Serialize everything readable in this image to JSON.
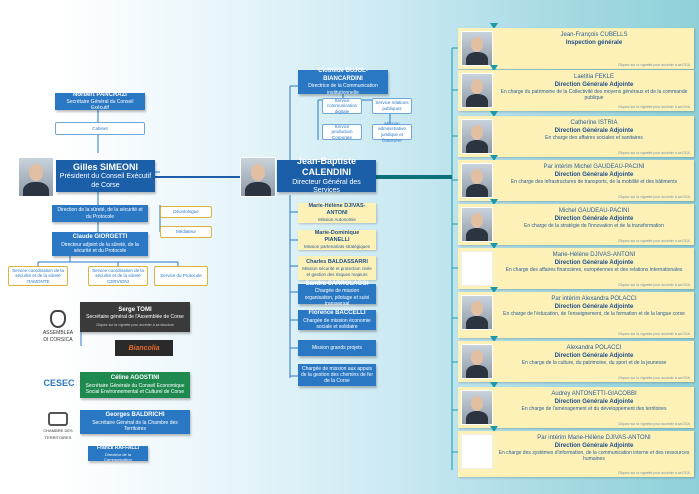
{
  "left": {
    "pancrazi": {
      "name": "Norbert PANCRAZI",
      "role": "Secrétaire Général du Conseil Exécutif"
    },
    "cabinet": "Cabinet",
    "president": {
      "name": "Gilles SIMEONI",
      "role": "Président du Conseil Exécutif de Corse"
    },
    "direction_surete": "Direction de la sûreté, de la sécurité et du Protocole",
    "deontologue": "Déontologue",
    "mediateur": "Médiateur",
    "giorgetti": {
      "name": "Claude GIORGETTI",
      "role": "Directeur adjoint de la sûreté, de la sécurité et du Protocole"
    },
    "services": [
      "Service coordination de la sécurité et de la sûreté ITAMONTE",
      "Service coordination de la sécurité et de la sûreté CERVIONI",
      "Service du Protocole"
    ],
    "assemblee_logo": "ASSEMBLEA DI CORSICA",
    "tomi": {
      "name": "Serge TOMI",
      "role": "Secrétaire général de l'Assemblée de Corse",
      "link": "Cliquez sur la vignette pour accéder à sa structure"
    },
    "bianconia": "Biancolia",
    "cesec_logo": "CESEC",
    "agostini": {
      "name": "Céline AGOSTINI",
      "role": "Secrétaire Générale du Conseil Economique Social Environnemental et Culturel de Corse"
    },
    "chambre_logo": "CHAMBRE DES TERRITOIRES",
    "baldrichi": {
      "name": "Georges BALDRICHI",
      "role": "Secrétaire Général de la Chambre des Territoires"
    },
    "raffalli": {
      "name": "Franck RAFFALLI",
      "role": "Directeur de la Communication"
    }
  },
  "center": {
    "bujol": {
      "name": "Clothilde BUJOL-BIANCARDINI",
      "role": "Directrice de la Communication institutionnelle"
    },
    "comm_services": [
      "Service communication digitale",
      "Service relations publiques",
      "Service production Corporate",
      "Mission administrative juridique et financière"
    ],
    "dgs": {
      "name": "Jean-Baptiste CALENDINI",
      "role": "Directeur Général des Services"
    },
    "missions": [
      {
        "name": "Marie-Hélène DJIVAS-ANTONI",
        "role": "Mission Autonomie"
      },
      {
        "name": "Marie-Dominique PIANELLI",
        "role": "Mission partenariats stratégiques"
      },
      {
        "name": "Charles BALDASSARRI",
        "role": "Mission sécurité et protection civile et gestion des risques majeurs"
      },
      {
        "name": "Sandra CARROLAGGI",
        "role": "Chargée de mission organisation, pilotage et suivi transversal"
      },
      {
        "name": "Florence BACCELLI",
        "role": "Chargée de mission économie sociale et solidaire"
      },
      {
        "name": "",
        "role": "Mission grands projets"
      },
      {
        "name": "",
        "role": "Chargée de mission aux appuis de la gestion des chemins de fer de la Corse"
      }
    ]
  },
  "right": {
    "link_text": "Cliquez sur la vignette pour accéder à sa DGA",
    "cards": [
      {
        "name": "Jean-François CUBELLS",
        "title": "Inspection générale",
        "desc": ""
      },
      {
        "name": "Laetitia FEKLE",
        "title": "Direction Générale Adjointe",
        "desc": "En charge du patrimoine de la Collectivité des moyens généraux et de la commande publique"
      },
      {
        "name": "Catherine ISTRIA",
        "title": "Direction Générale Adjointe",
        "desc": "En charge des affaires sociales et sanitaires"
      },
      {
        "name": "Par intérim Michel GAUDEAU-PACINI",
        "title": "Direction Générale Adjointe",
        "desc": "En charge des infrastructures de transports, de la mobilité et des bâtiments"
      },
      {
        "name": "Michel GAUDEAU-PACINI",
        "title": "Direction Générale Adjointe",
        "desc": "En charge de la stratégie de l'innovation et de la transformation"
      },
      {
        "name": "Marie-Hélène DJIVAS-ANTONI",
        "title": "Direction Générale Adjointe",
        "desc": "En charge des affaires financières, européennes et des relations internationales"
      },
      {
        "name": "Par intérim Alexandra POLACCI",
        "title": "Direction Générale Adjointe",
        "desc": "En charge de l'éducation, de l'enseignement, de la formation et de la langue corse"
      },
      {
        "name": "Alexandra POLACCI",
        "title": "Direction Générale Adjointe",
        "desc": "En charge de la culture, du patrimoine, du sport et de la jeunesse"
      },
      {
        "name": "Audrey ANTONETTI-GIACOBBI",
        "title": "Direction Générale Adjointe",
        "desc": "En charge de l'aménagement et du développement des territoires"
      },
      {
        "name": "Par intérim Marie-Hélène DJIVAS-ANTONI",
        "title": "Direction Générale Adjointe",
        "desc": "En charge des systèmes d'information, de la communication interne et des ressources humaines"
      }
    ]
  }
}
